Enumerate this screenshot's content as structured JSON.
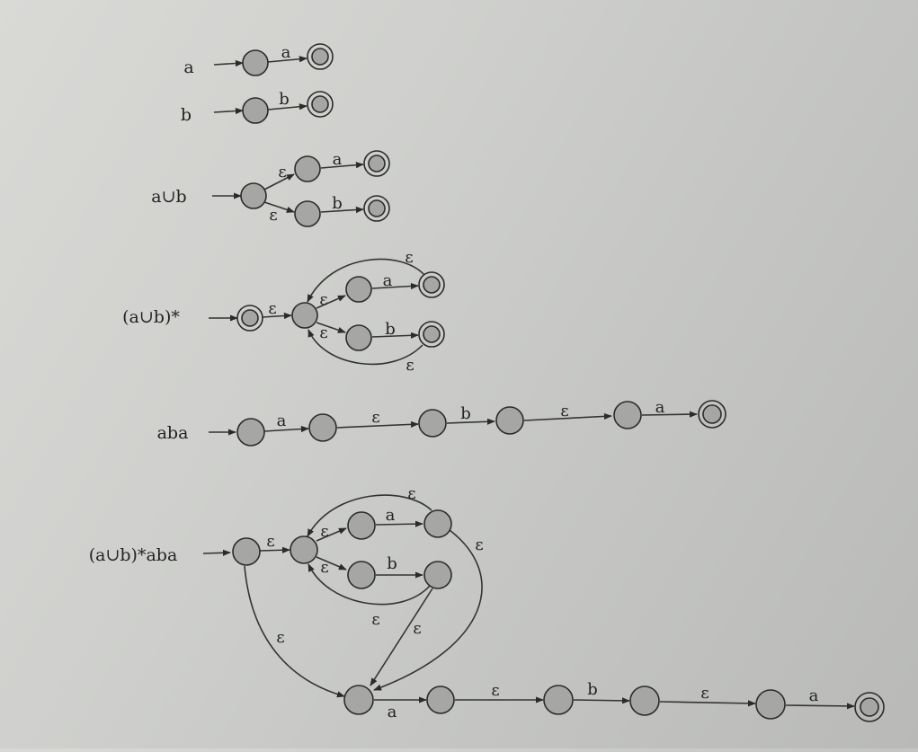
{
  "rows": [
    {
      "id": "a",
      "label": "a"
    },
    {
      "id": "b",
      "label": "b"
    },
    {
      "id": "union",
      "label": "a∪b"
    },
    {
      "id": "star",
      "label": "(a∪b)*"
    },
    {
      "id": "aba",
      "label": "aba"
    },
    {
      "id": "full",
      "label": "(a∪b)*aba"
    }
  ],
  "symbols": {
    "a": "a",
    "b": "b",
    "epsilon": "ε"
  }
}
